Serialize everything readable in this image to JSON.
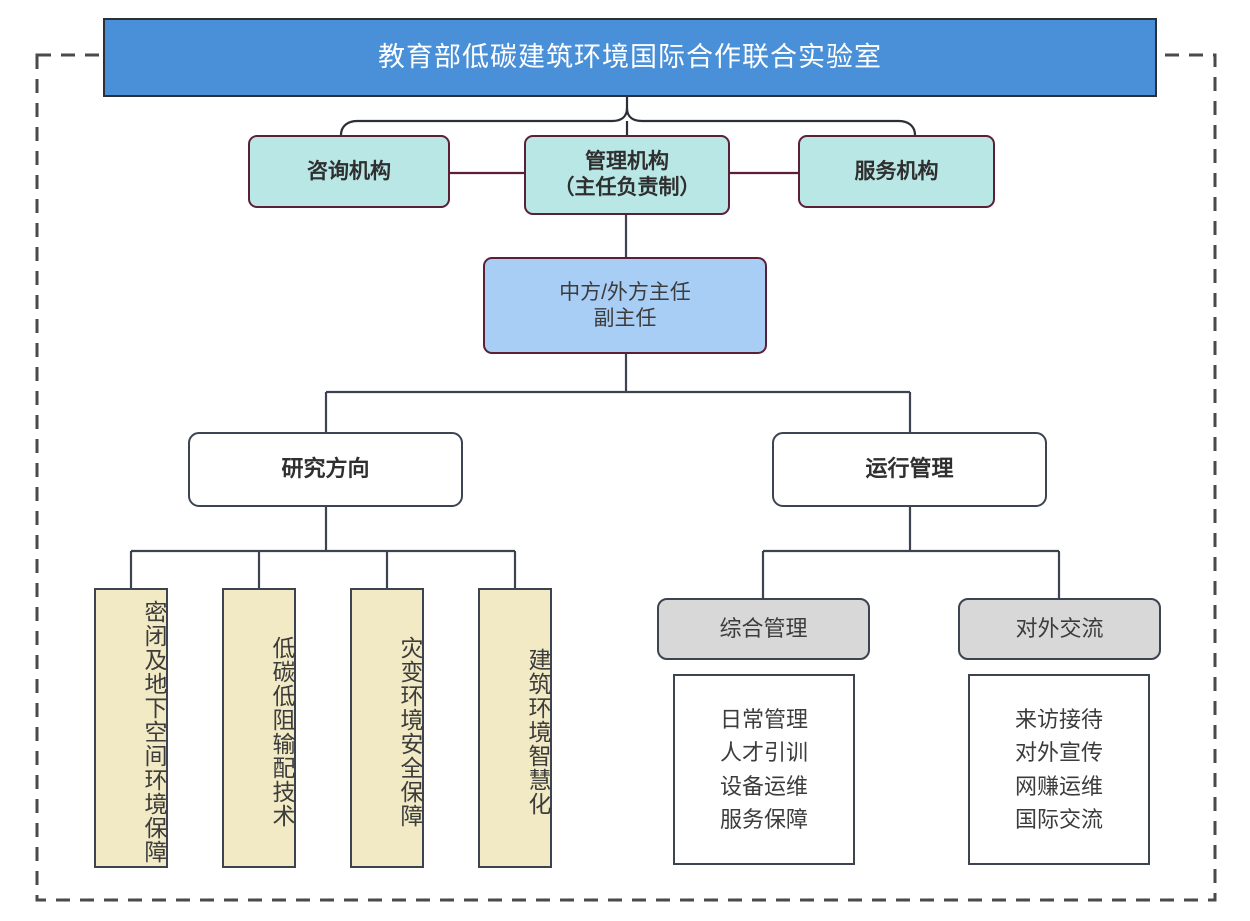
{
  "diagram": {
    "type": "organization-chart",
    "title": "教育部低碳建筑环境国际合作联合实验室",
    "outer_frame": "dashed-border",
    "colors": {
      "title_fill": "#4a90d8",
      "teal_fill": "#b9e7e6",
      "director_fill": "#a8cef5",
      "research_fill": "#f1eac5",
      "gray_fill": "#d8d8d8",
      "line": "#3b4450",
      "teal_border": "#5c1f38"
    },
    "level2": {
      "consulting": "咨询机构",
      "management": "管理机构\n（主任负责制）",
      "service": "服务机构"
    },
    "director": "中方/外方主任\n副主任",
    "branches": {
      "research": "研究方向",
      "operation": "运行管理"
    },
    "research_directions": [
      "密闭及地下空间环境保障",
      "低碳低阻输配技术",
      "灾变环境安全保障",
      "建筑环境智慧化"
    ],
    "operation_groups": [
      {
        "header": "综合管理",
        "items": [
          "日常管理",
          "人才引训",
          "设备运维",
          "服务保障"
        ],
        "items_text": "日常管理\n人才引训\n设备运维\n服务保障"
      },
      {
        "header": "对外交流",
        "items": [
          "来访接待",
          "对外宣传",
          "网赚运维",
          "国际交流"
        ],
        "items_text": "来访接待\n对外宣传\n网赚运维\n国际交流"
      }
    ]
  }
}
